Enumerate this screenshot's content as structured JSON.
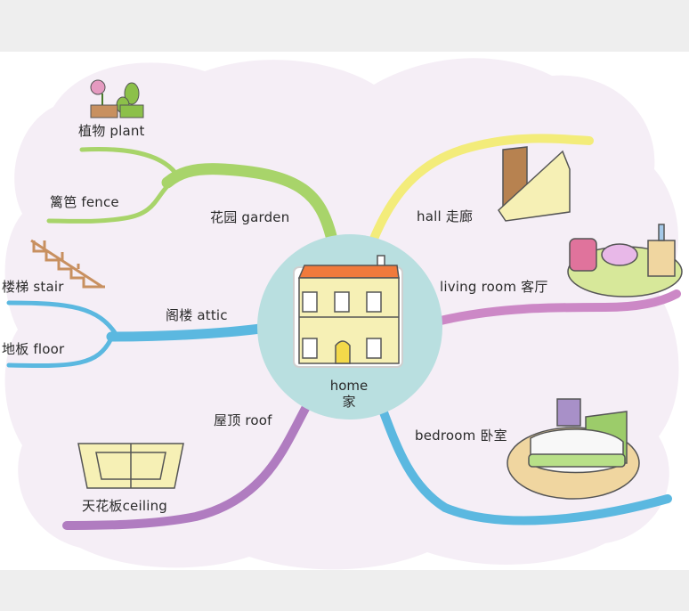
{
  "center": {
    "en": "home",
    "zh": "家"
  },
  "branches": {
    "garden": "花园 garden",
    "plant": "植物 plant",
    "fence": "篱笆 fence",
    "attic": "阁楼 attic",
    "stair": "楼梯 stair",
    "floor": "地板 floor",
    "roof": "屋顶 roof",
    "ceiling": "天花板ceiling",
    "hall": "hall 走廊",
    "living_room": "living room 客厅",
    "bedroom": "bedroom 卧室"
  },
  "colors": {
    "green": "#a8d46a",
    "yellow": "#f3ec7a",
    "blue": "#5bb8e0",
    "pink": "#cc88c6",
    "purple": "#b07cc0",
    "cloud": "#f5eef6",
    "circle": "#b9dfe0"
  },
  "icons": [
    "plant-icon",
    "stair-icon",
    "ceiling-icon",
    "door-icon",
    "living-room-icon",
    "bed-icon",
    "house-icon"
  ]
}
